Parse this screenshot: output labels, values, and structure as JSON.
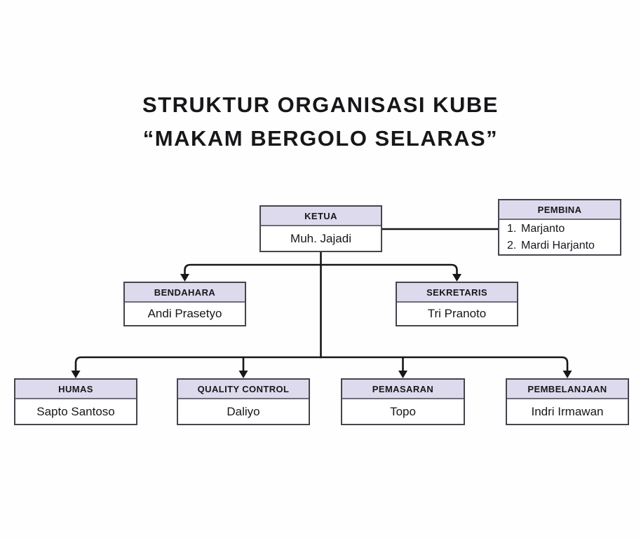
{
  "title": {
    "line1": "STRUKTUR ORGANISASI KUBE",
    "line2": "“MAKAM BERGOLO SELARAS”"
  },
  "theme": {
    "background": "#fefefe",
    "header_fill": "#dcdaec",
    "box_border": "#45454d",
    "divider": "#6e6e78",
    "connector_color": "#17171a",
    "text_color": "#17171a"
  },
  "org_chart": {
    "nodes": [
      {
        "role": "KETUA",
        "members": [
          "Muh. Jajadi"
        ]
      },
      {
        "role": "PEMBINA",
        "markers": [
          "1.",
          "2."
        ],
        "members": [
          "Marjanto",
          "Mardi Harjanto"
        ]
      },
      {
        "role": "BENDAHARA",
        "members": [
          "Andi Prasetyo"
        ]
      },
      {
        "role": "SEKRETARIS",
        "members": [
          "Tri Pranoto"
        ]
      },
      {
        "role": "HUMAS",
        "members": [
          "Sapto Santoso"
        ]
      },
      {
        "role": "QUALITY CONTROL",
        "members": [
          "Daliyo"
        ]
      },
      {
        "role": "PEMASARAN",
        "members": [
          "Topo"
        ]
      },
      {
        "role": "PEMBELANJAAN",
        "members": [
          "Indri Irmawan"
        ]
      }
    ]
  }
}
